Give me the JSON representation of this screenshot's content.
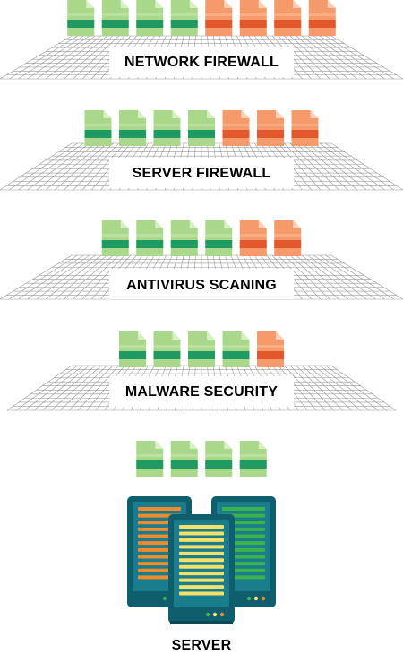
{
  "colors": {
    "background": "#ffffff",
    "label_text": "#c0321c",
    "grid_line": "#9a9a9a",
    "doc_safe_fill": "#a9d88a",
    "doc_safe_fold": "#d6f0c2",
    "doc_safe_band": "#1f9a63",
    "doc_threat_fill": "#f49a6b",
    "doc_threat_fold": "#ffd0b5",
    "doc_threat_band": "#e2572c",
    "server_body": "#0f5e6e",
    "server_panel": "#1a7d8e",
    "server_led_orange": "#f28a2c",
    "server_led_yellow": "#f5e16a",
    "server_led_green": "#3cb44b"
  },
  "layers": [
    {
      "label": "NETWORK FIREWALL",
      "docs": [
        "safe",
        "safe",
        "safe",
        "safe",
        "threat",
        "threat",
        "threat",
        "threat"
      ]
    },
    {
      "label": "SERVER FIREWALL",
      "docs": [
        "safe",
        "safe",
        "safe",
        "safe",
        "threat",
        "threat",
        "threat"
      ]
    },
    {
      "label": "ANTIVIRUS SCANING",
      "docs": [
        "safe",
        "safe",
        "safe",
        "safe",
        "threat",
        "threat"
      ]
    },
    {
      "label": "MALWARE SECURITY",
      "docs": [
        "safe",
        "safe",
        "safe",
        "safe",
        "threat"
      ]
    }
  ],
  "final_docs": [
    "safe",
    "safe",
    "safe",
    "safe"
  ],
  "server": {
    "label": "SERVER",
    "racks": [
      {
        "name": "left",
        "led_color": "orange"
      },
      {
        "name": "right",
        "led_color": "green"
      },
      {
        "name": "front",
        "led_color": "yellow"
      }
    ]
  }
}
